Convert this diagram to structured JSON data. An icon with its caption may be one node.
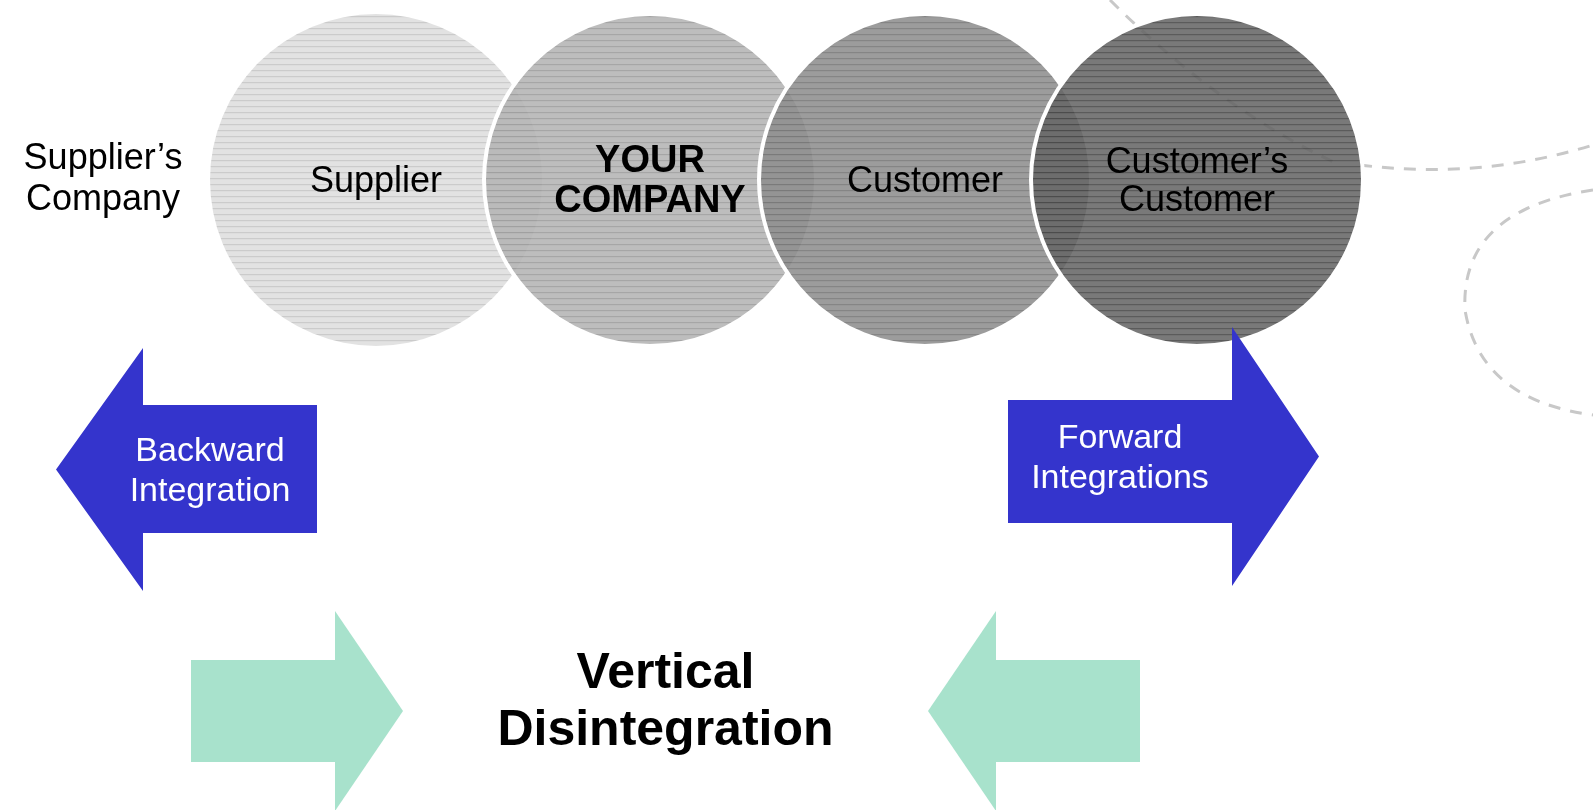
{
  "diagram": {
    "nodes": [
      {
        "text": [
          "Supplier’s Company"
        ]
      },
      {
        "text": [
          "Supplier"
        ]
      },
      {
        "text": [
          "YOUR COMPANY"
        ]
      },
      {
        "text": [
          "Customer"
        ]
      },
      {
        "text": [
          "Customer’s Customer"
        ]
      },
      {
        "text": [
          "Backward Integration"
        ]
      },
      {
        "text": [
          "Forward Integrations"
        ]
      },
      {
        "text": [
          "Vertical Disintegration"
        ]
      }
    ],
    "edges": [
      {
        "from": null,
        "to": 7,
        "arrow": "to"
      },
      {
        "from": null,
        "to": 7,
        "arrow": "to"
      }
    ]
  }
}
